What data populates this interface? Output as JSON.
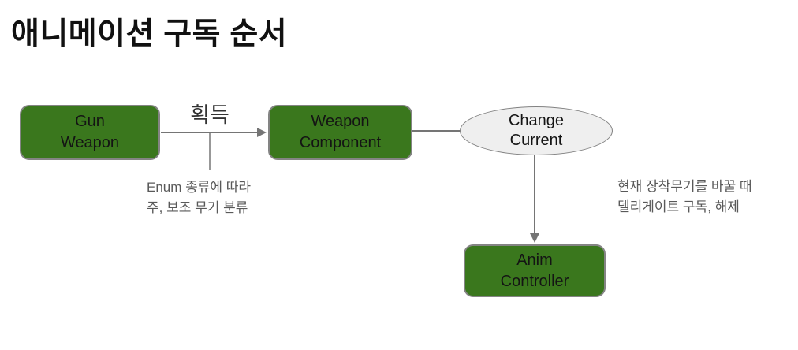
{
  "title": "애니메이션 구독 순서",
  "colors": {
    "node_fill": "#3a771d",
    "node_border": "#848484",
    "ellipse_fill": "#efefef",
    "ellipse_border": "#828282",
    "connector": "#757575",
    "note_text": "#595959",
    "title_text": "#111111",
    "node_text": "#141414",
    "edge_label_text": "#333333",
    "canvas_bg": "#ffffff"
  },
  "nodes": {
    "gun_weapon": {
      "lines": [
        "Gun",
        "Weapon"
      ]
    },
    "weapon_component": {
      "lines": [
        "Weapon",
        "Component"
      ]
    },
    "change_current": {
      "lines": [
        "Change",
        "Current"
      ]
    },
    "anim_controller": {
      "lines": [
        "Anim",
        "Controller"
      ]
    }
  },
  "edges": {
    "acquire_label": "획득"
  },
  "notes": {
    "enum_note": {
      "lines": [
        "Enum 종류에 따라",
        "주, 보조 무기 분류"
      ]
    },
    "delegate_note": {
      "lines": [
        "현재 장착무기를 바꿀 때",
        "델리게이트 구독, 해제"
      ]
    }
  }
}
